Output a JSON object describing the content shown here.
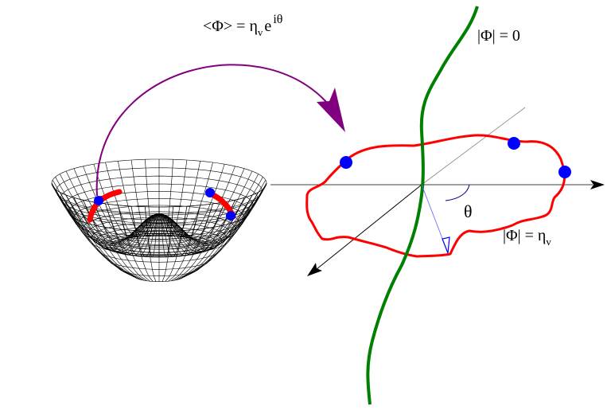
{
  "labels": {
    "vev": {
      "lhs": "<Φ> = η",
      "sub": "v",
      "e": "e",
      "sup": "iθ"
    },
    "zero_string": "|Φ| = 0",
    "angle": "θ",
    "vacuum_loop": {
      "lhs": "|Φ| = η",
      "sub": "v"
    }
  },
  "colors": {
    "vacuum_loop": "#ff0000",
    "string_core": "#008000",
    "map_arrow": "#800080",
    "vacuum_point": "#0000ff",
    "angle_marker": "#000080",
    "mesh": "#000000"
  }
}
